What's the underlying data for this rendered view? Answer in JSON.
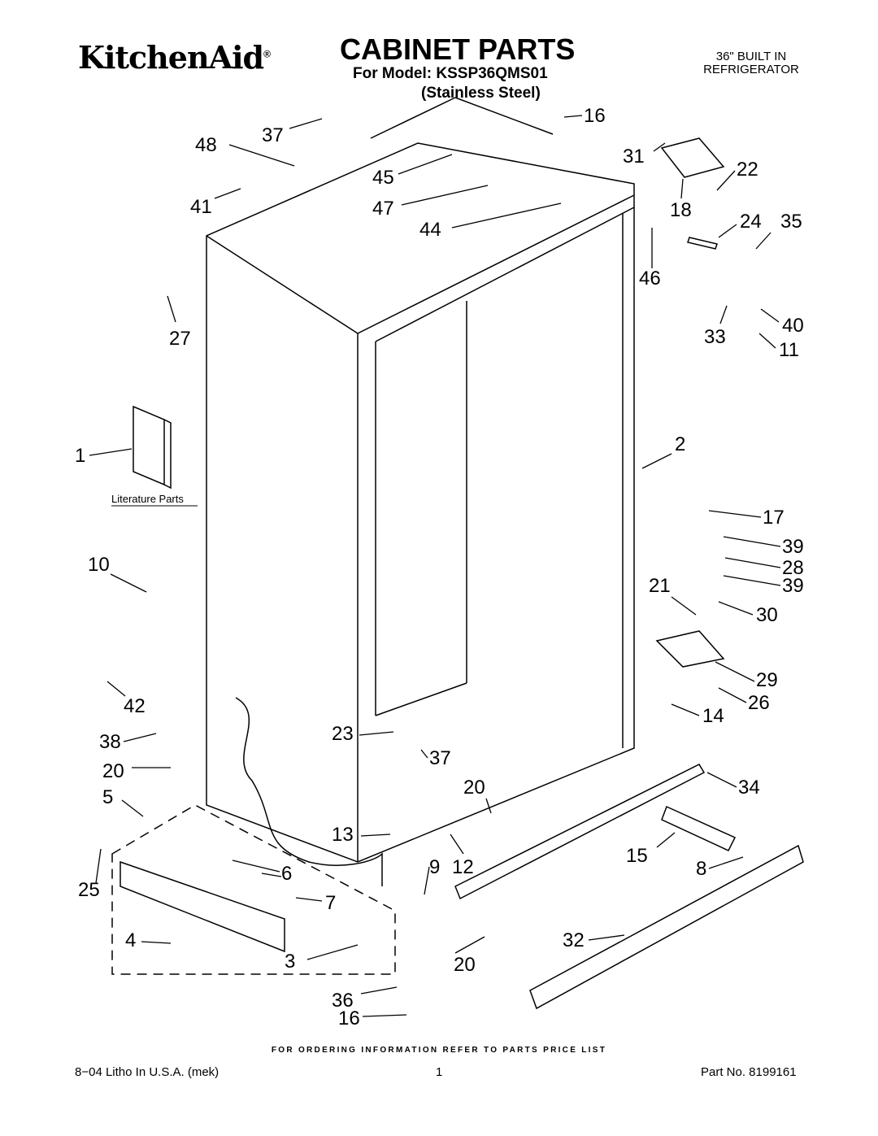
{
  "header": {
    "brand": "KitchenAid",
    "brand_mark": "®",
    "title": "CABINET PARTS",
    "model_line": "For Model: KSSP36QMS01",
    "finish_line": "(Stainless Steel)",
    "product_line1": "36\" BUILT IN",
    "product_line2": "REFRIGERATOR"
  },
  "diagram": {
    "literature_label": "Literature Parts",
    "callouts": [
      "48",
      "37",
      "41",
      "45",
      "47",
      "44",
      "16",
      "31",
      "22",
      "18",
      "24",
      "35",
      "46",
      "27",
      "40",
      "33",
      "11",
      "1",
      "2",
      "17",
      "39",
      "28",
      "10",
      "21",
      "39",
      "30",
      "42",
      "29",
      "26",
      "14",
      "38",
      "23",
      "37",
      "20",
      "20",
      "34",
      "5",
      "13",
      "6",
      "9",
      "12",
      "15",
      "8",
      "25",
      "7",
      "4",
      "3",
      "20",
      "32",
      "36",
      "16"
    ]
  },
  "footer": {
    "ordering_note": "FOR ORDERING INFORMATION REFER TO PARTS PRICE LIST",
    "litho": "8−04 Litho In U.S.A. (mek)",
    "page": "1",
    "part_no": "Part No. 8199161"
  }
}
